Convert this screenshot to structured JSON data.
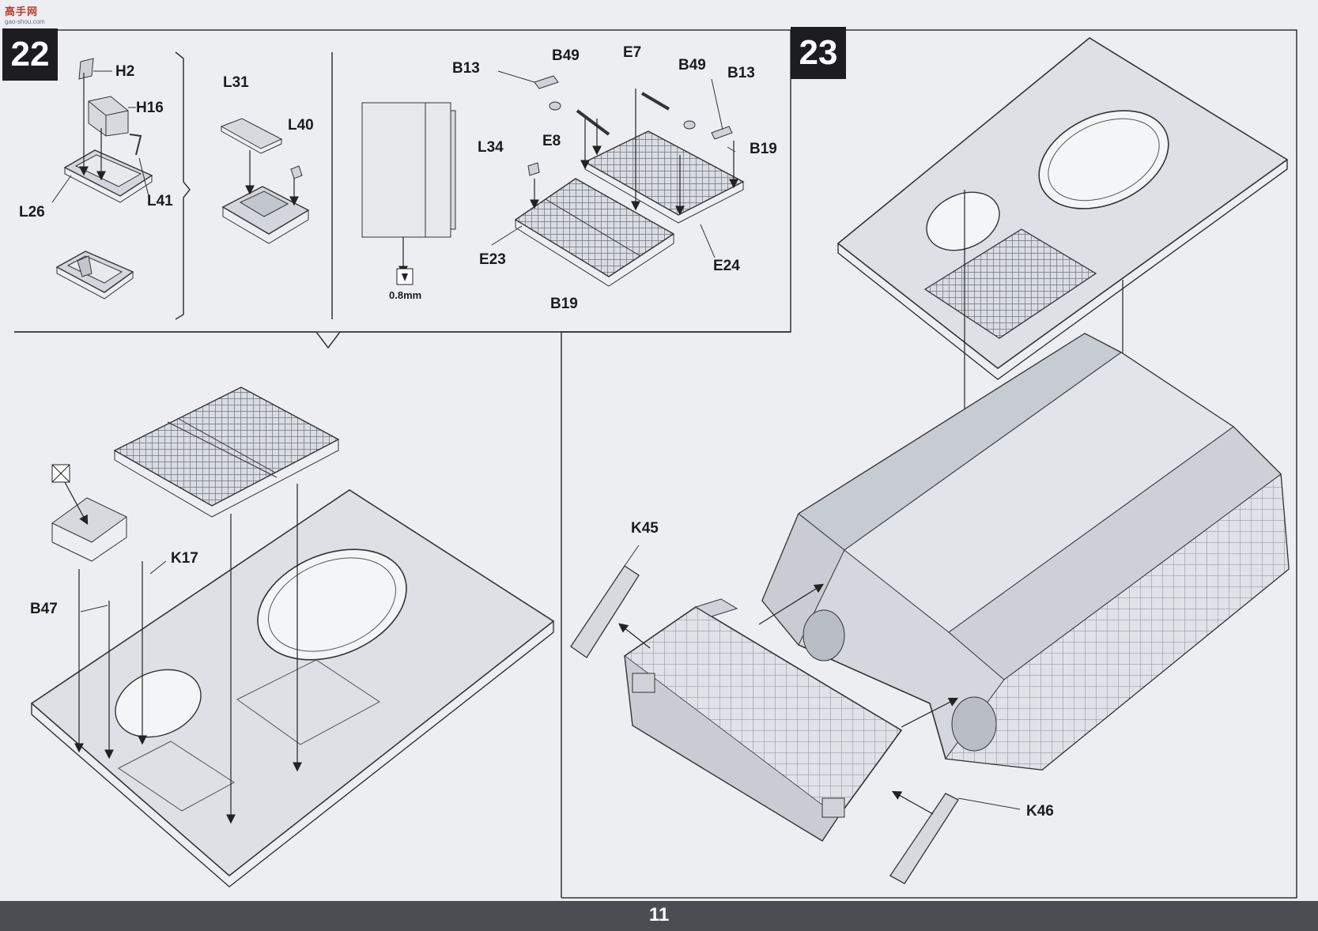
{
  "watermark": {
    "name": "高手网",
    "url": "gao-shou.com"
  },
  "page_number": "11",
  "step22": {
    "number": "22",
    "labels": [
      "H2",
      "H16",
      "L26",
      "L41",
      "L31",
      "L40",
      "B13",
      "B49",
      "E8",
      "L34",
      "E23",
      "B19",
      "E7",
      "B49",
      "B13",
      "B19",
      "E24",
      "K17",
      "B47"
    ],
    "drill_size": "0.8mm"
  },
  "step23": {
    "number": "23",
    "labels": [
      "K45",
      "K46"
    ]
  }
}
